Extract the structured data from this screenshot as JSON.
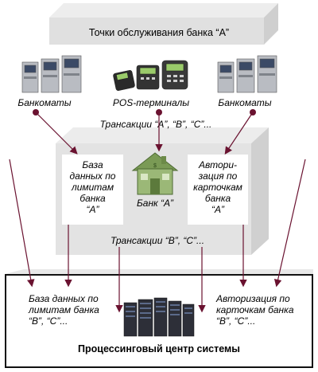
{
  "top": {
    "title": "Точки обслуживания банка “А”",
    "groups": [
      {
        "label": "Банкоматы"
      },
      {
        "label": "POS-терминалы"
      },
      {
        "label": "Банкоматы"
      }
    ]
  },
  "middle": {
    "transactions_top": "Трансакции “А”, “В”, “С”...",
    "left_box": [
      "База",
      "данных по",
      "лимитам",
      "банка",
      "“А”"
    ],
    "center_label": "Банк “А”",
    "right_box": [
      "Автори-",
      "зация по",
      "карточкам",
      "банка",
      "“А”"
    ],
    "transactions_bottom": "Трансакции “В”, “С”..."
  },
  "processing": {
    "left_text": [
      "База данных по",
      "лимитам банка",
      "“В”, “С”..."
    ],
    "right_text": [
      "Авторизация по",
      "карточкам банка",
      "“В”, “С”..."
    ],
    "title": "Процессинговый центр системы"
  },
  "colors": {
    "band_gray": "#e2e2e2",
    "arrow": "#6a1230",
    "border": "#111111"
  }
}
